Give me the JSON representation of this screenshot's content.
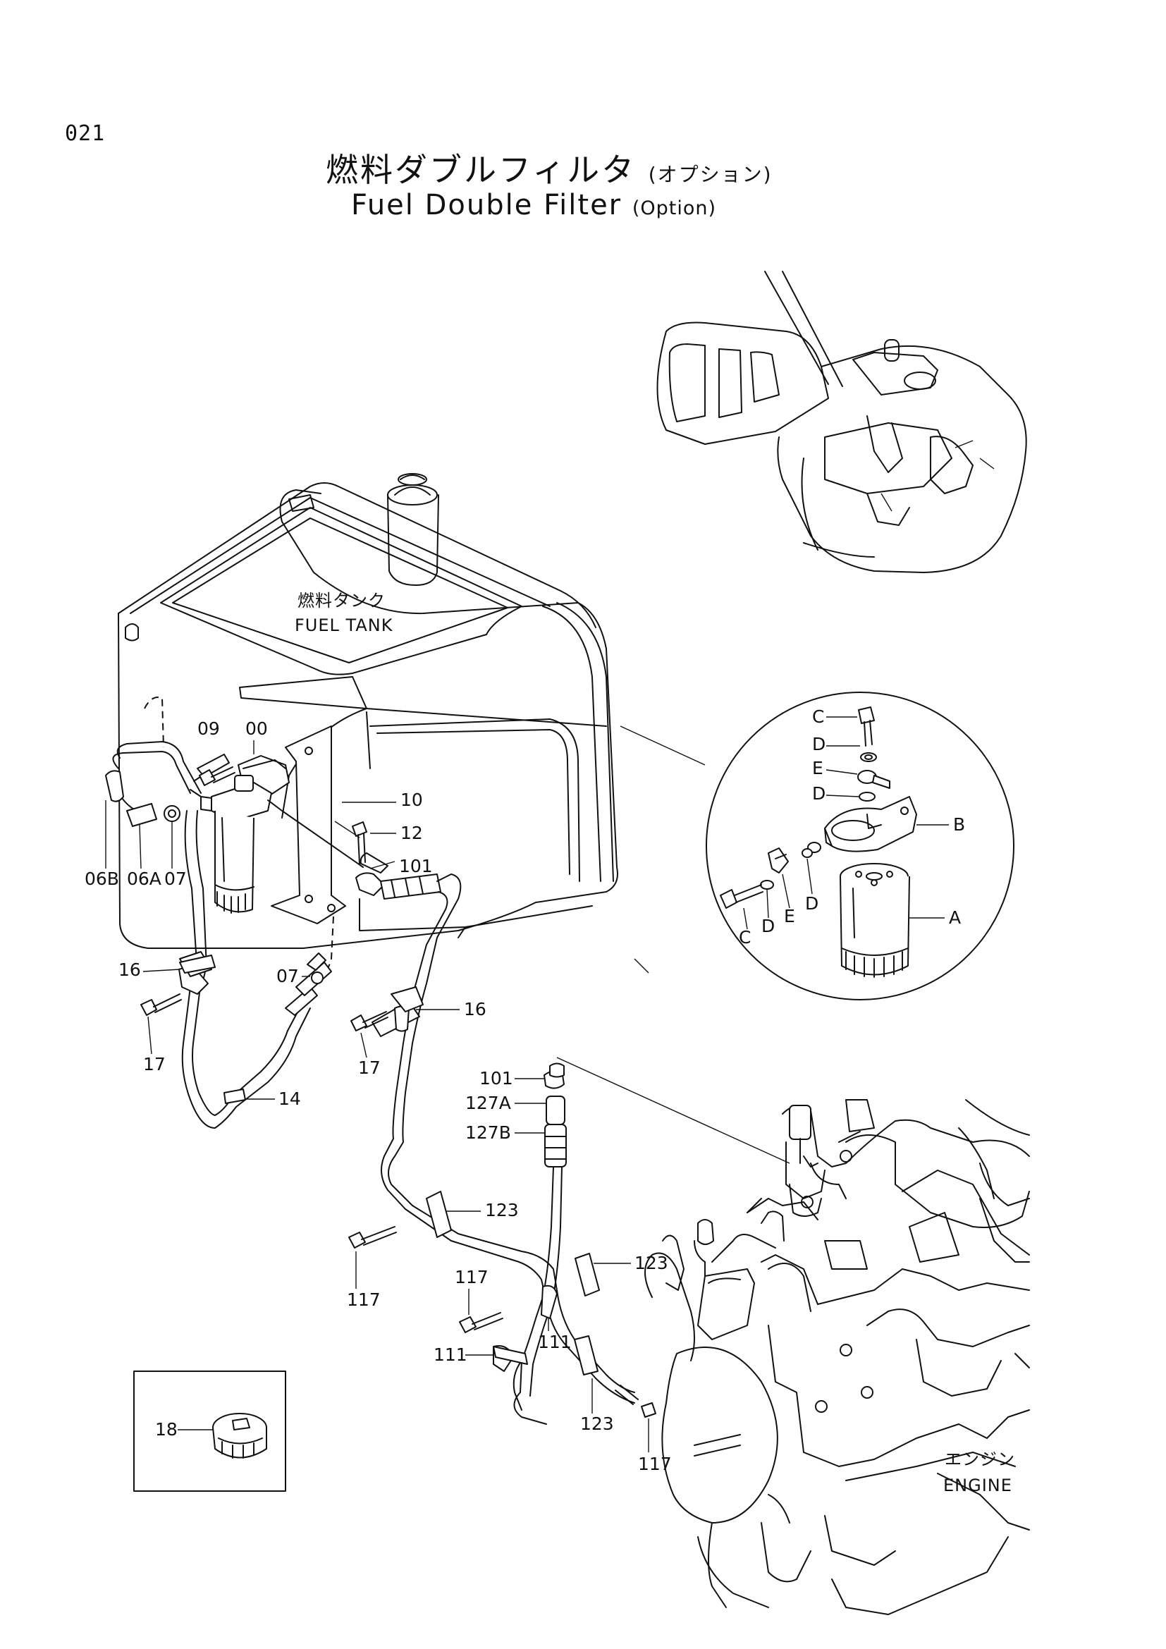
{
  "header": {
    "page_number": "021",
    "title_jp": "燃料ダブルフィルタ",
    "title_jp_suffix": "(オプション)",
    "title_en": "Fuel Double Filter",
    "title_en_suffix": "(Option)"
  },
  "captions": {
    "fuel_tank_jp": "燃料タンク",
    "fuel_tank_en": "FUEL TANK",
    "engine_jp": "エンジン",
    "engine_en": "ENGINE"
  },
  "callouts": {
    "p09": "09",
    "p00": "00",
    "p10": "10",
    "p12": "12",
    "p101a": "101",
    "p06B": "06B",
    "p06A": "06A",
    "p07a": "07",
    "p16a": "16",
    "p07b": "07",
    "p17a": "17",
    "p17b": "17",
    "p16b": "16",
    "p14": "14",
    "p101b": "101",
    "p127A": "127A",
    "p127B": "127B",
    "p123a": "123",
    "p117a": "117",
    "p117b": "117",
    "p123b": "123",
    "p111a": "111",
    "p111b": "111",
    "p123c": "123",
    "p117c": "117",
    "p18": "18"
  },
  "detail_callouts": {
    "C1": "C",
    "D1": "D",
    "E1": "E",
    "D2": "D",
    "B": "B",
    "E2": "E",
    "D3": "D",
    "C2": "C",
    "D4": "D",
    "A": "A"
  }
}
